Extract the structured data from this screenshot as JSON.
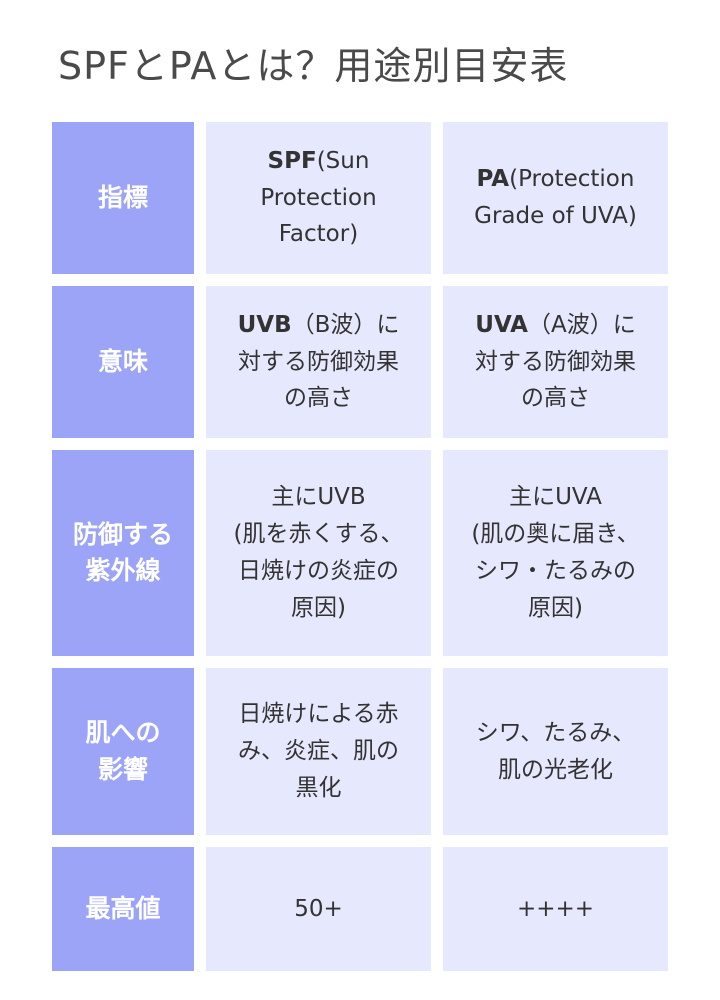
{
  "title": "SPFとPAとは？用途別目安表",
  "rows": [
    {
      "header": [
        "指標"
      ],
      "spf": {
        "bold": "SPF",
        "lines": [
          "(Sun",
          "Protection",
          "Factor)"
        ]
      },
      "pa": {
        "bold": "PA",
        "lines": [
          "(Protection",
          "Grade of UVA)"
        ]
      }
    },
    {
      "header": [
        "意味"
      ],
      "spf": {
        "bold": "UVB",
        "lines": [
          "（B波）に",
          "対する防御効果",
          "の高さ"
        ]
      },
      "pa": {
        "bold": "UVA",
        "lines": [
          "（A波）に",
          "対する防御効果",
          "の高さ"
        ]
      }
    },
    {
      "header": [
        "防御する",
        "紫外線"
      ],
      "spf": {
        "lines": [
          "主にUVB",
          "(肌を赤くする、",
          "日焼けの炎症の",
          "原因)"
        ]
      },
      "pa": {
        "lines": [
          "主にUVA",
          "(肌の奥に届き、",
          "シワ・たるみの",
          "原因)"
        ]
      }
    },
    {
      "header": [
        "肌への",
        "影響"
      ],
      "spf": {
        "lines": [
          "日焼けによる赤",
          "み、炎症、肌の",
          "黒化"
        ]
      },
      "pa": {
        "lines": [
          "シワ、たるみ、",
          "肌の光老化"
        ]
      }
    },
    {
      "header": [
        "最高値"
      ],
      "spf": {
        "lines": [
          "50+"
        ]
      },
      "pa": {
        "lines": [
          "++++"
        ]
      }
    }
  ],
  "colors": {
    "header_bg": "#9ca4f8",
    "cell_bg": "#e6e8fd",
    "header_text": "#ffffff"
  }
}
